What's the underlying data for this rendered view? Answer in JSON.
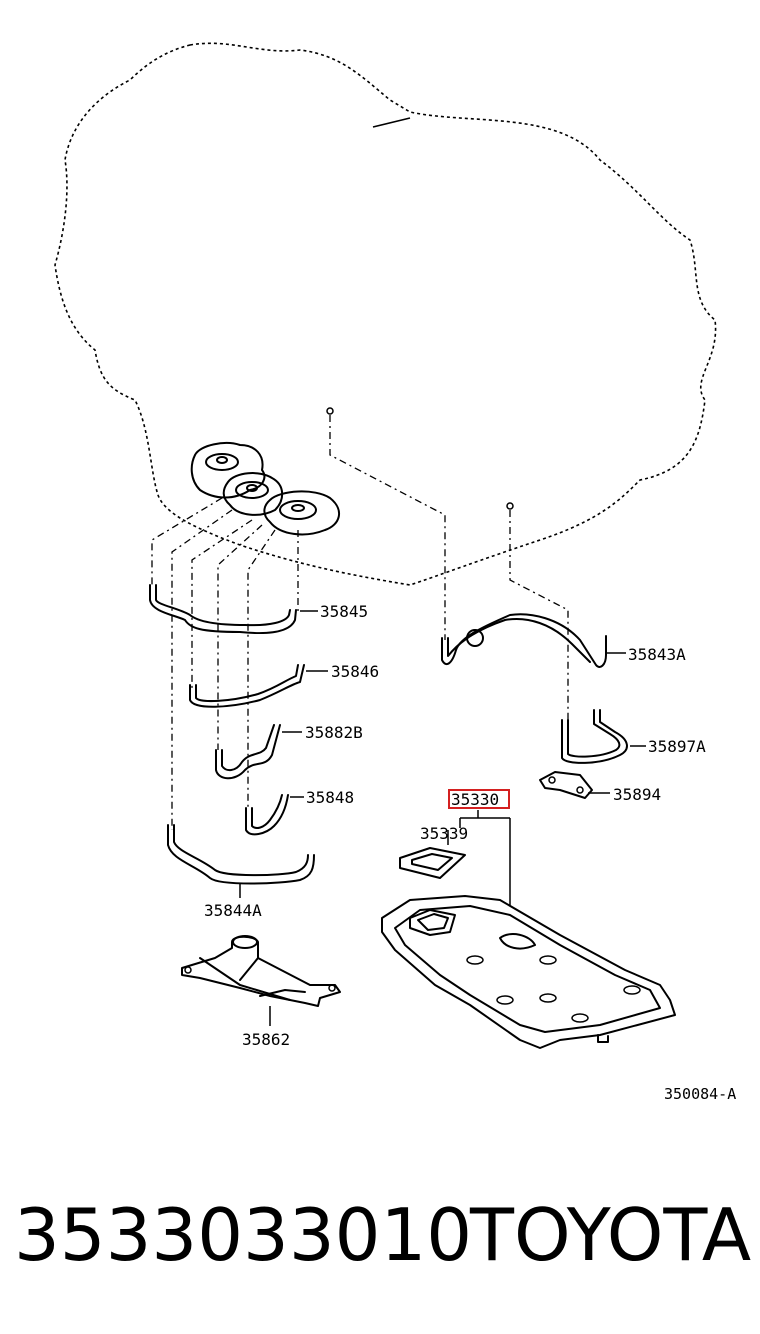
{
  "diagram": {
    "reference_code": "350084-A",
    "highlighted_part": "35330",
    "labels": {
      "p35845": "35845",
      "p35846": "35846",
      "p35882B": "35882B",
      "p35848": "35848",
      "p35844A": "35844A",
      "p35862": "35862",
      "p35843A": "35843A",
      "p35897A": "35897A",
      "p35894": "35894",
      "p35330": "35330",
      "p35339": "35339"
    }
  },
  "footer": {
    "part_number": "3533033010",
    "brand": "TOYOTA"
  },
  "colors": {
    "highlight": "#d42020",
    "line": "#000000"
  }
}
